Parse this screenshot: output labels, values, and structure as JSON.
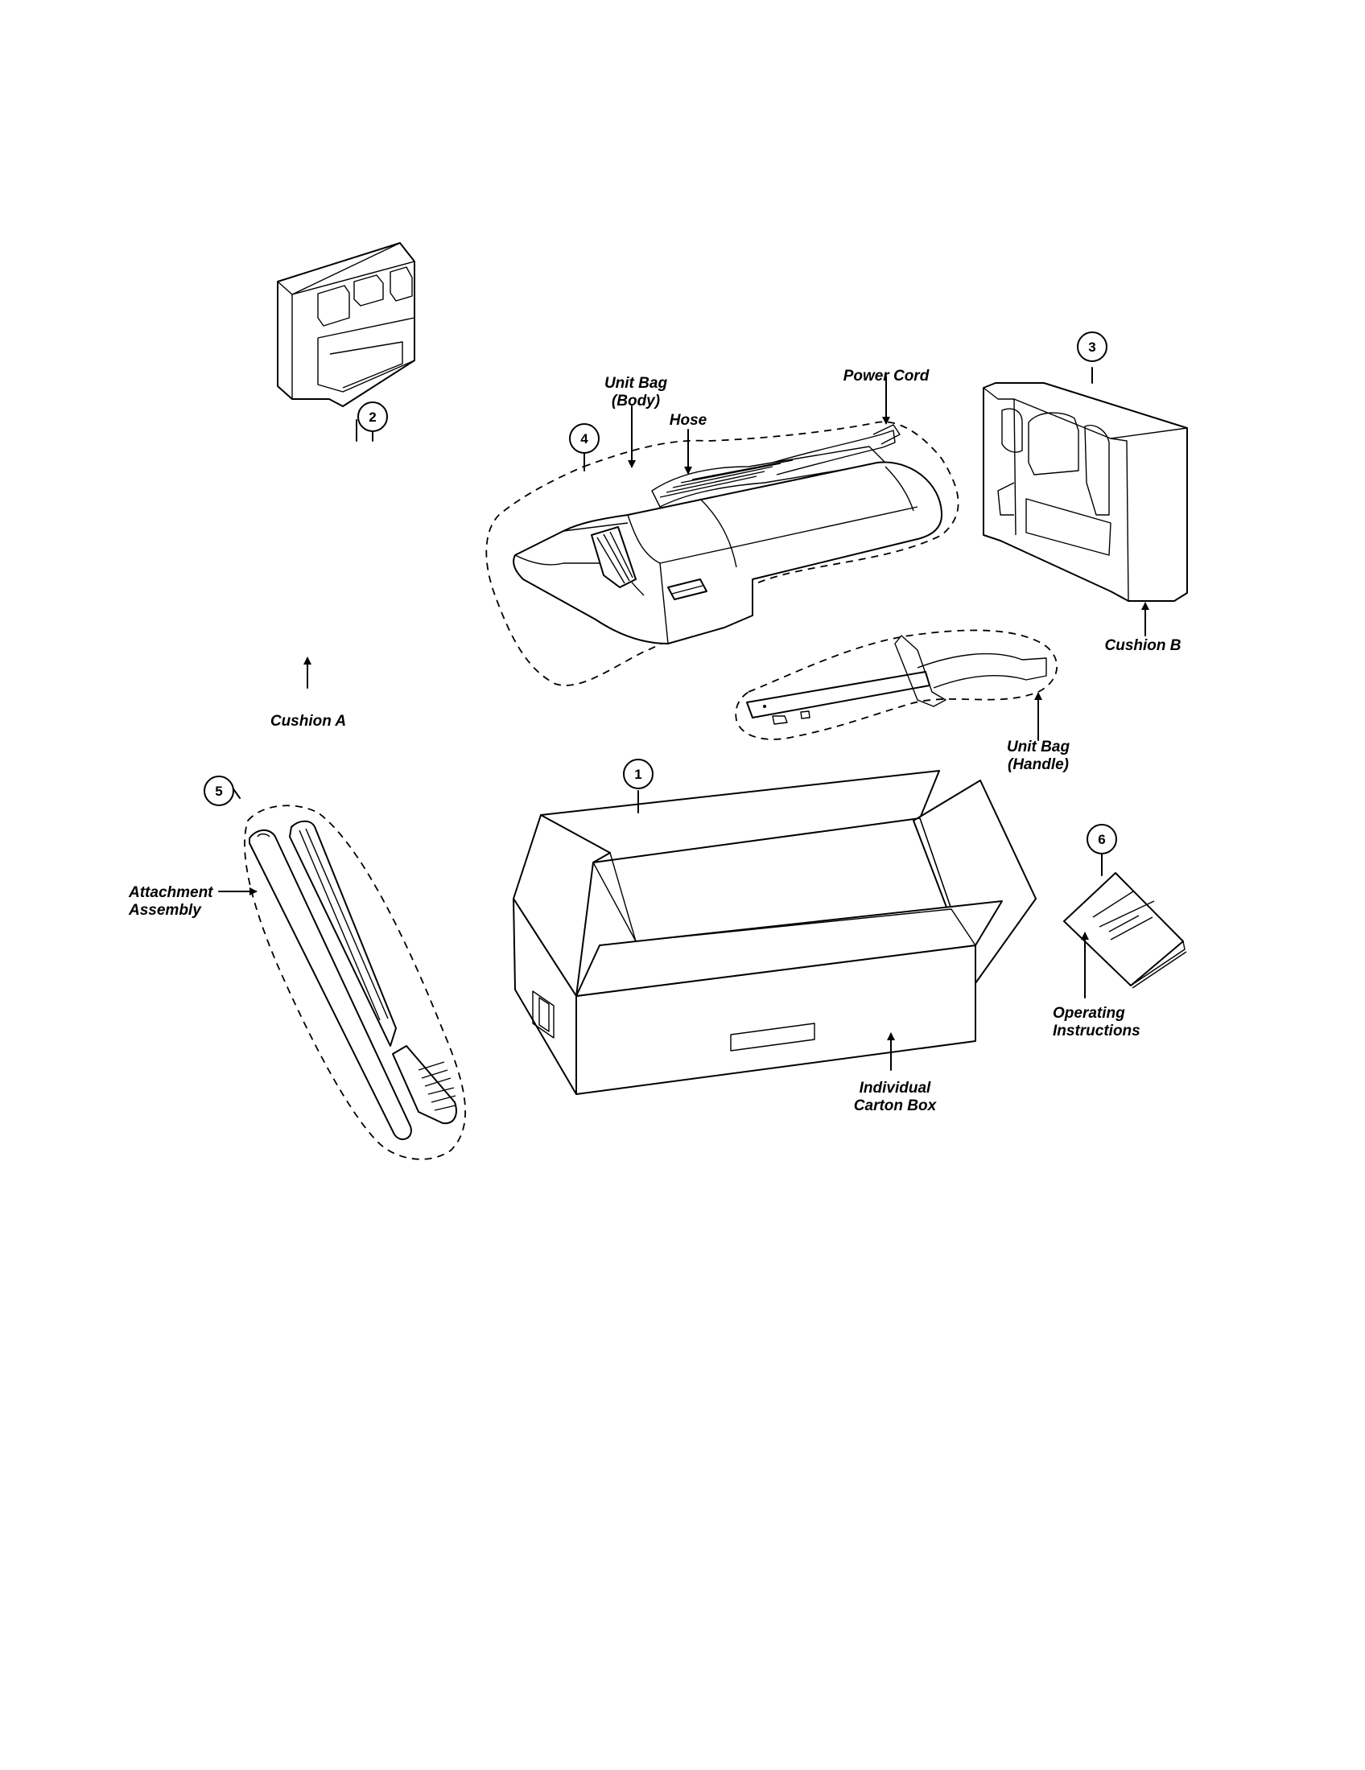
{
  "diagram": {
    "parts": [
      {
        "num": "1",
        "label": "Individual Carton Box"
      },
      {
        "num": "2",
        "label": "Cushion A"
      },
      {
        "num": "3",
        "label": "Cushion B"
      },
      {
        "num": "4",
        "labels": [
          "Unit Bag (Body)",
          "Hose",
          "Power Cord",
          "Unit Bag (Handle)"
        ]
      },
      {
        "num": "5",
        "label": "Attachment Assembly"
      },
      {
        "num": "6",
        "label": "Operating Instructions"
      }
    ],
    "text": {
      "unit_bag_body_1": "Unit Bag",
      "unit_bag_body_2": "(Body)",
      "hose": "Hose",
      "power_cord": "Power Cord",
      "cushion_a": "Cushion A",
      "cushion_b": "Cushion B",
      "unit_bag_handle_1": "Unit Bag",
      "unit_bag_handle_2": "(Handle)",
      "attachment_1": "Attachment",
      "attachment_2": "Assembly",
      "carton_1": "Individual",
      "carton_2": "Carton Box",
      "operating_1": "Operating",
      "operating_2": "Instructions"
    },
    "callouts": {
      "n1": "1",
      "n2": "2",
      "n3": "3",
      "n4": "4",
      "n5": "5",
      "n6": "6"
    }
  }
}
